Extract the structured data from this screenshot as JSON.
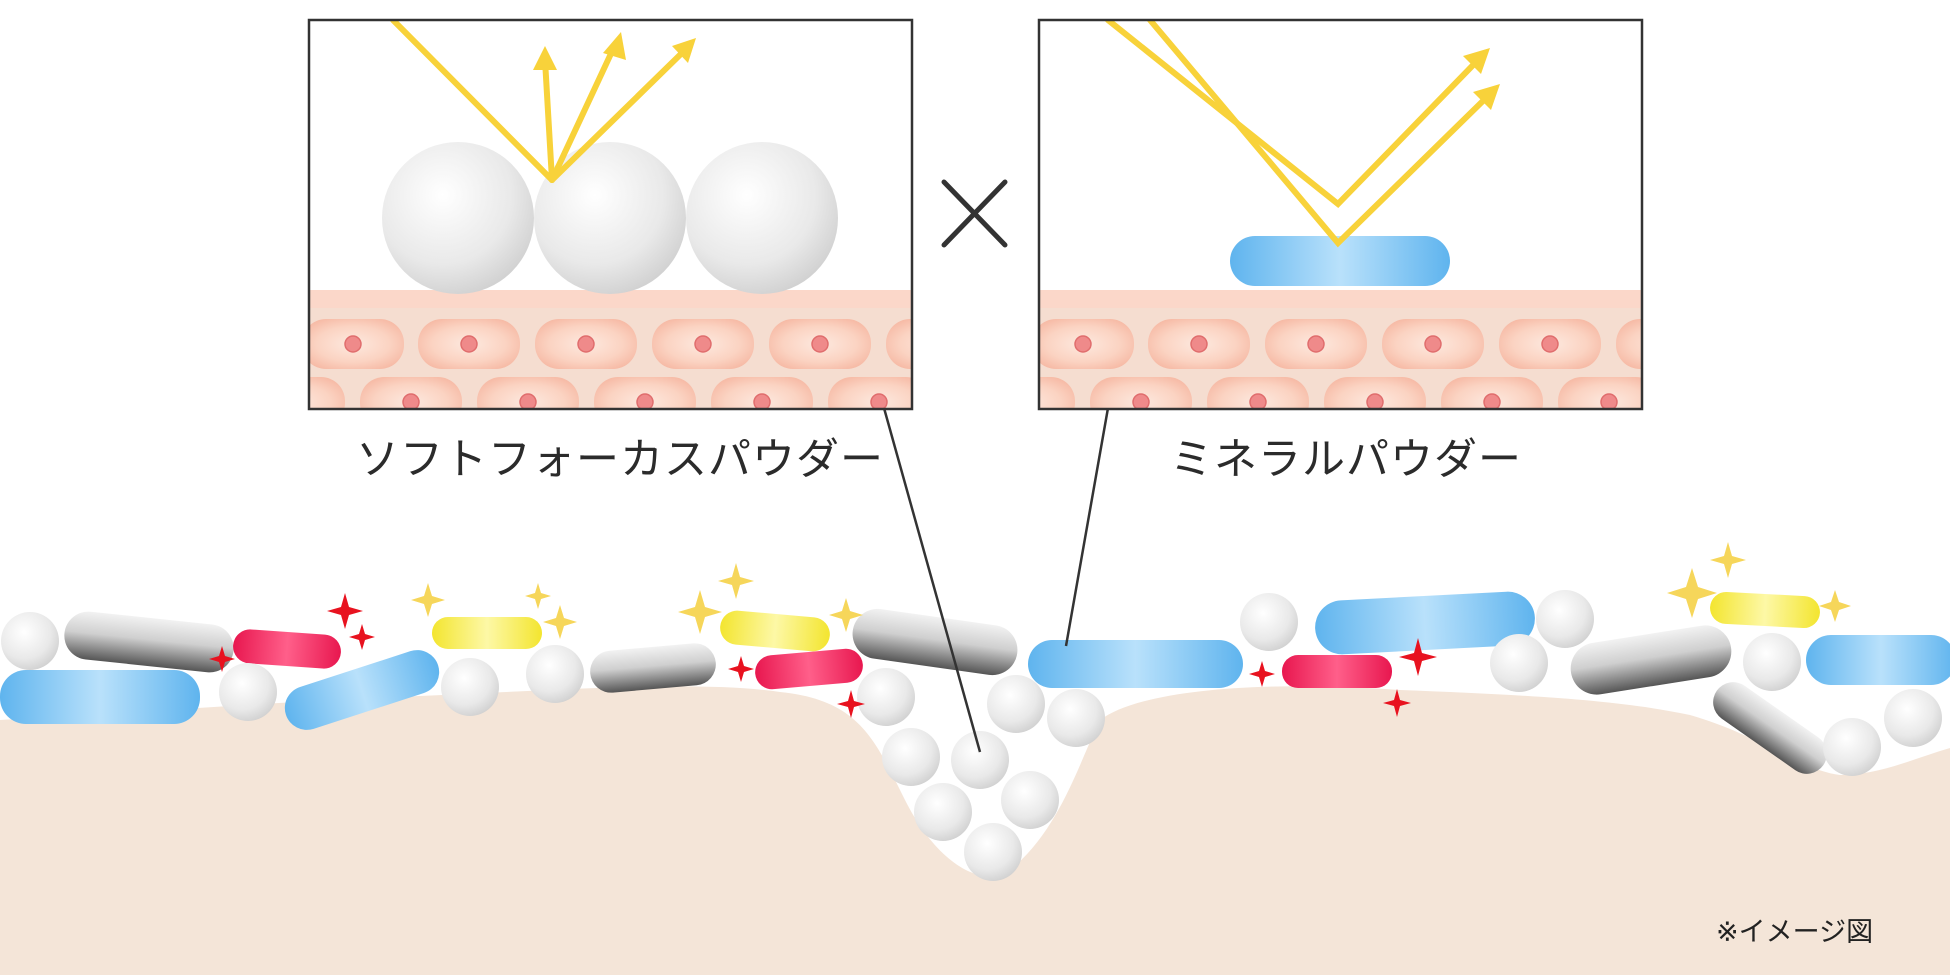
{
  "labels": {
    "left": "ソフトフォーカスパウダー",
    "right": "ミネラルパウダー",
    "note": "※イメージ図"
  },
  "colors": {
    "skin": "#f4e5d8",
    "light_ray": "#f8d23a",
    "cell_fill": "#fbd5c4",
    "cell_nucleus": "#ef8a8a",
    "blue_particle": "#7cc3f2",
    "red_particle": "#ea2f62",
    "yellow_particle": "#f6ef52",
    "gray_particle": "#8c8c8c",
    "sparkle_red": "#e8121f",
    "sparkle_yellow": "#f6d65a"
  },
  "icons": [
    "cross-icon",
    "sparkle-icon",
    "arrow-icon"
  ]
}
